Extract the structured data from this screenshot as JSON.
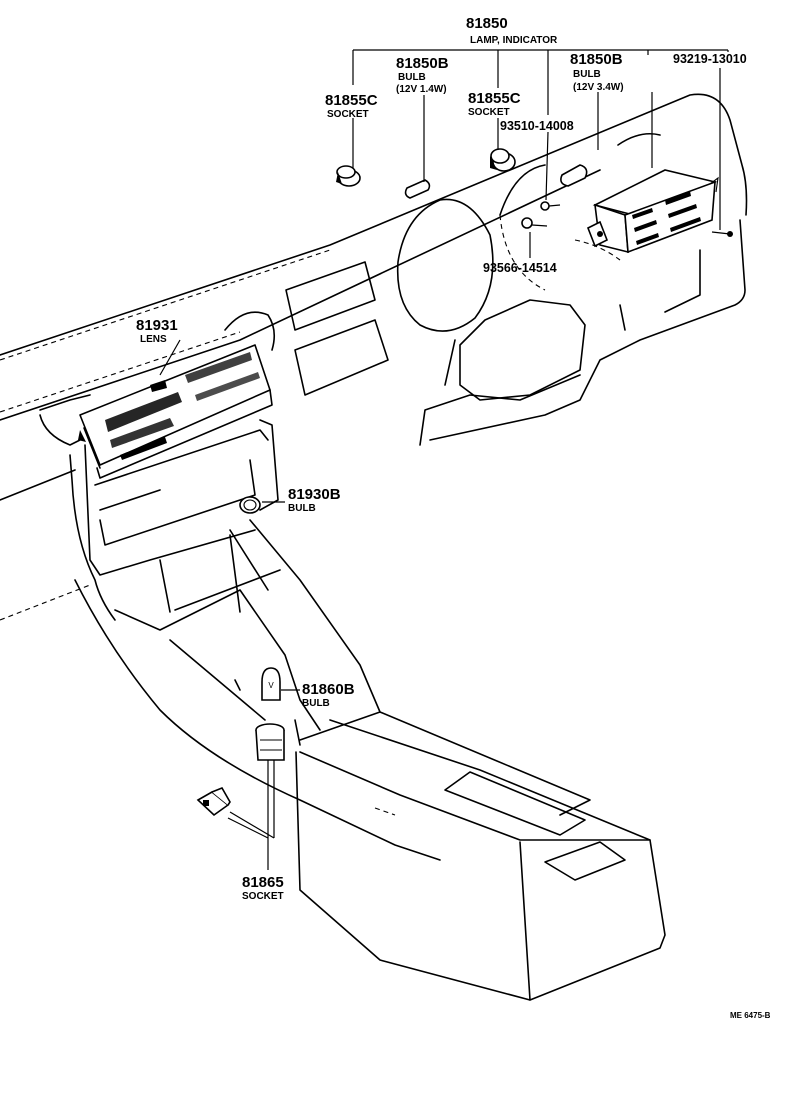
{
  "labels": {
    "lamp_indicator": {
      "number": "81850",
      "name": "LAMP, INDICATOR"
    },
    "bulb_small": {
      "number": "81850B",
      "name": "BULB",
      "spec": "(12V 1.4W)"
    },
    "bulb_large": {
      "number": "81850B",
      "name": "BULB",
      "spec": "(12V 3.4W)"
    },
    "socket_left": {
      "number": "81855C",
      "name": "SOCKET"
    },
    "socket_mid": {
      "number": "81855C",
      "name": "SOCKET"
    },
    "screw": {
      "number": "93219-13010"
    },
    "screw_a": {
      "number": "93510-14008"
    },
    "screw_b": {
      "number": "93566-14514"
    },
    "lens": {
      "number": "81931",
      "name": "LENS"
    },
    "bulb_930": {
      "number": "81930B",
      "name": "BULB"
    },
    "bulb_860": {
      "number": "81860B",
      "name": "BULB"
    },
    "socket_865": {
      "number": "81865",
      "name": "SOCKET"
    }
  },
  "reference": "ME 6475-B"
}
